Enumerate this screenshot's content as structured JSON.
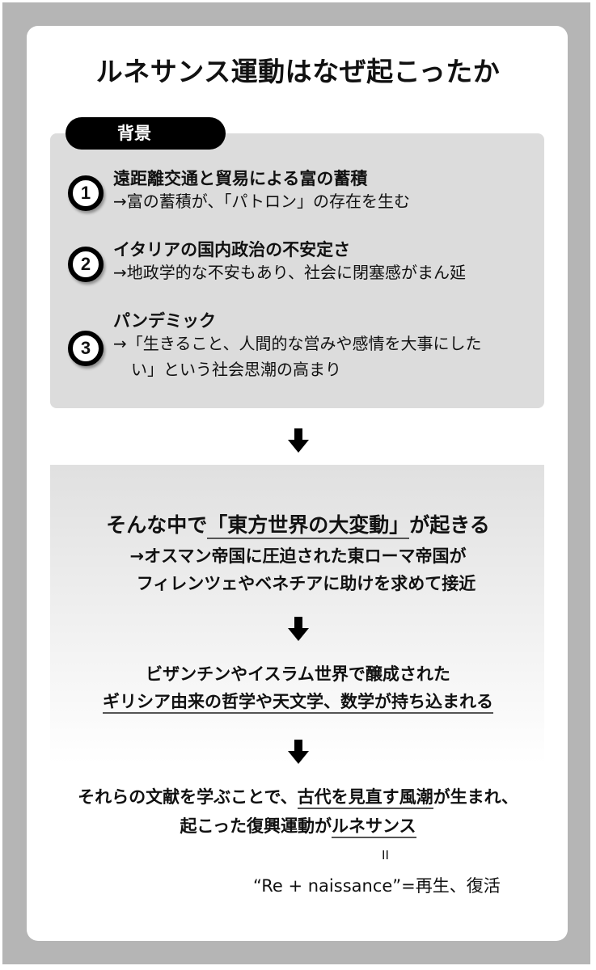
{
  "title": "ルネサンス運動はなぜ起こったか",
  "background_section": {
    "label": "背景",
    "items": [
      {
        "number": "1",
        "heading": "遠距離交通と貿易による富の蓄積",
        "description_lines": [
          "→富の蓄積が、「パトロン」の存在を生む"
        ]
      },
      {
        "number": "2",
        "heading": "イタリアの国内政治の不安定さ",
        "description_lines": [
          "→地政学的な不安もあり、社会に閉塞感がまん延"
        ]
      },
      {
        "number": "3",
        "heading": "パンデミック",
        "description_lines": [
          "→「生きること、人間的な営みや感情を大事にした",
          "い」という社会思潮の高まり"
        ]
      }
    ]
  },
  "flow": {
    "step1": {
      "prefix": "そんな中で",
      "highlight": "「東方世界の大変動」",
      "suffix": "が起きる",
      "line2": "→オスマン帝国に圧迫された東ローマ帝国が",
      "line3": "フィレンツェやベネチアに助けを求めて接近"
    },
    "step2": {
      "line1": "ビザンチンやイスラム世界で醸成された",
      "line2": "ギリシア由来の哲学や天文学、数学が持ち込まれる"
    },
    "step3": {
      "line1_prefix": "それらの文献を学ぶことで、",
      "line1_highlight": "古代を見直す風潮",
      "line1_suffix": "が生まれ、",
      "line2_prefix": "起こった復興運動が",
      "line2_highlight": "ルネサンス",
      "equals_sign": "II",
      "etymology": "“Re + naissance”=再生、復活"
    }
  },
  "icons": {
    "arrow": "down-arrow-icon"
  },
  "colors": {
    "frame": "#b5b5b5",
    "card": "#ffffff",
    "background_box": "#dcdcdc",
    "pill": "#000000",
    "text": "#111111"
  }
}
